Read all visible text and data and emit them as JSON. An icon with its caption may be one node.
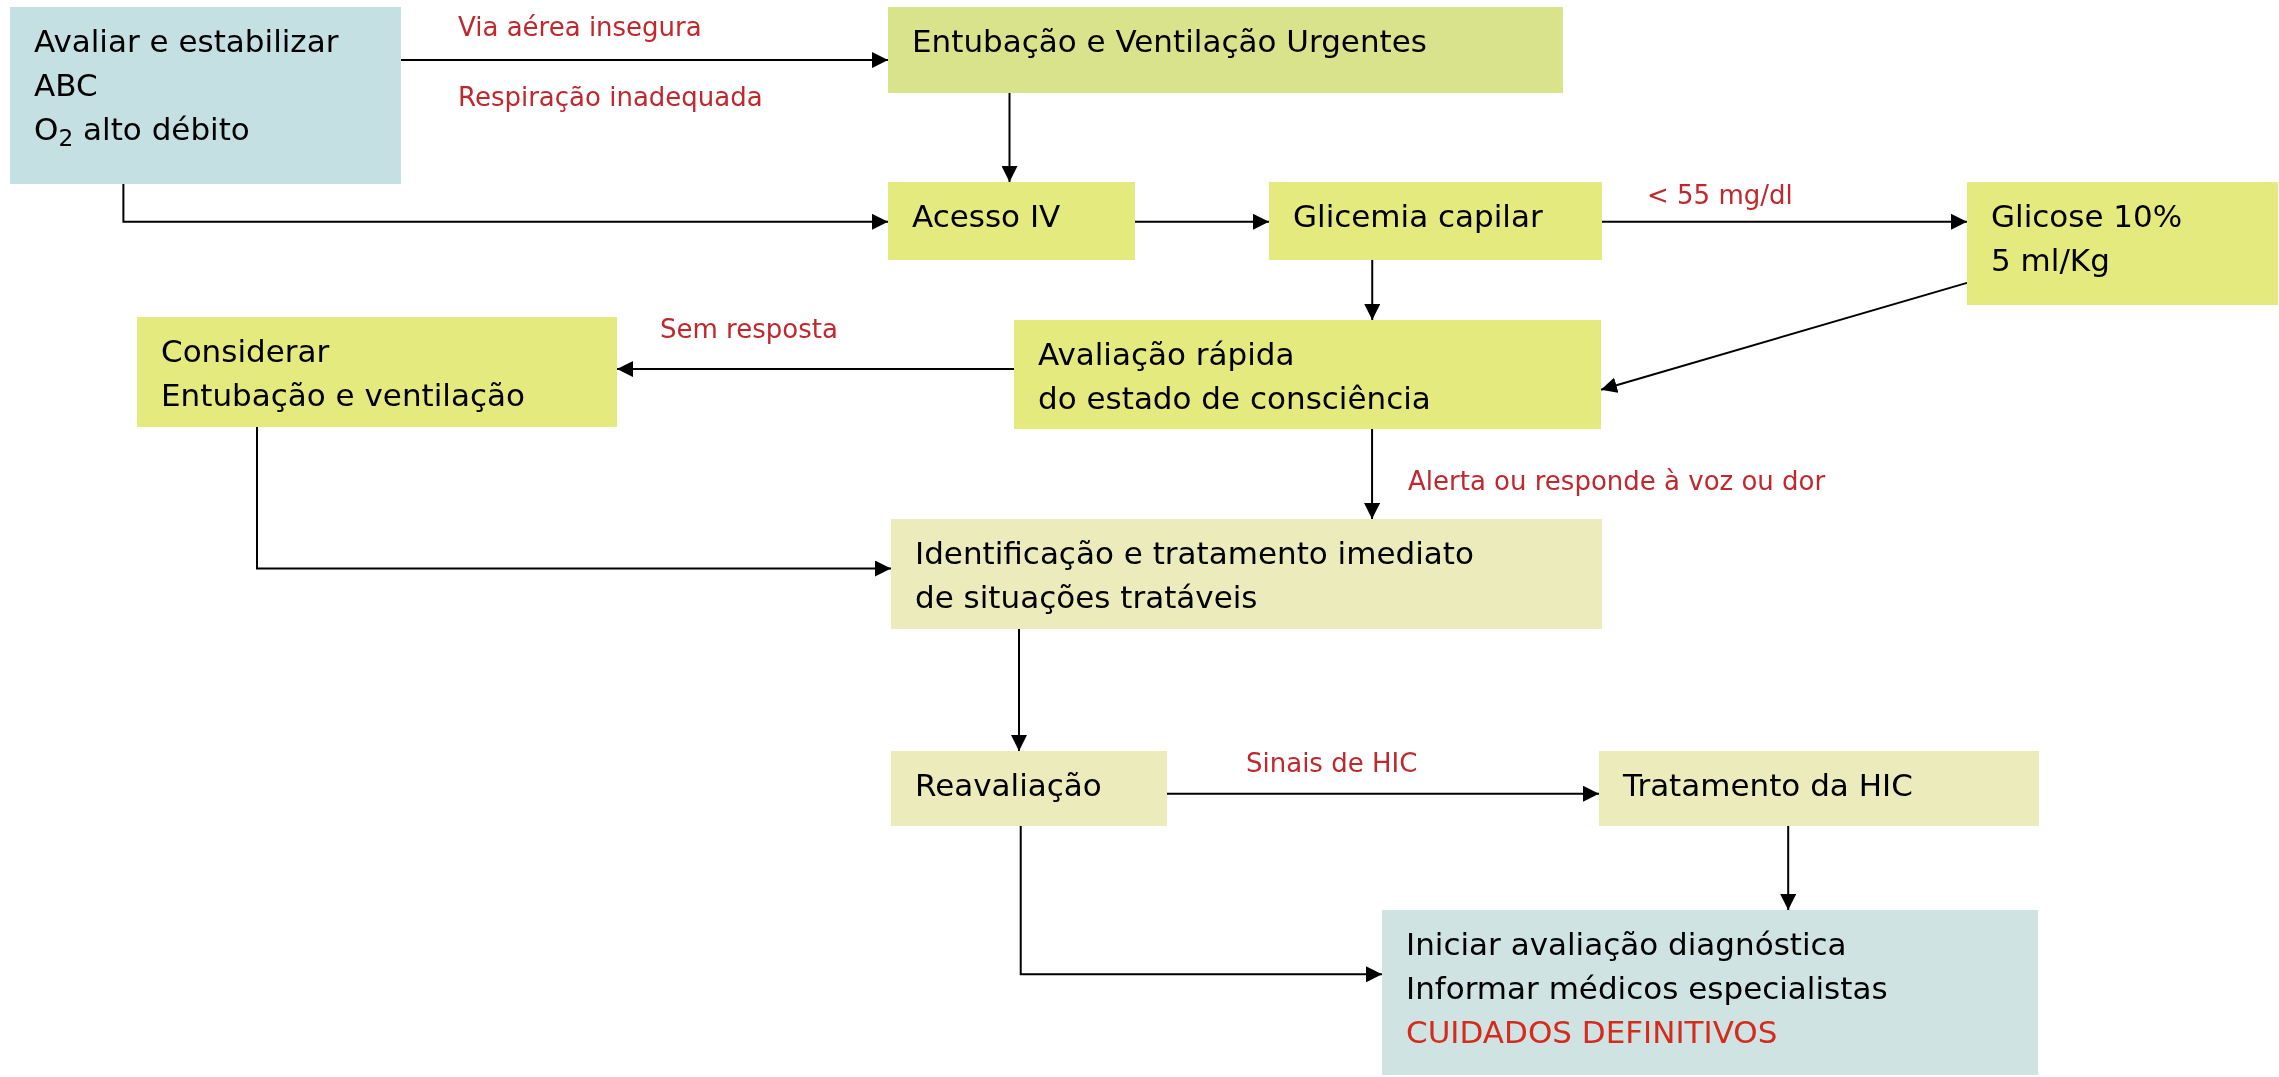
{
  "diagram": {
    "nodes": [
      {
        "text": [
          "Avaliar e estabilizar",
          "ABC",
          "O$_{2}$ alto débito"
        ]
      },
      {
        "text": [
          "Entubação e Ventilação Urgentes"
        ]
      },
      {
        "text": [
          "Acesso IV"
        ]
      },
      {
        "text": [
          "Glicemia capilar"
        ]
      },
      {
        "text": [
          "Glicose 10%",
          "5 ml/Kg"
        ]
      },
      {
        "text": [
          "Avaliação rápida",
          "do estado de consciência"
        ]
      },
      {
        "text": [
          "Considerar",
          "Entubação e ventilação"
        ]
      },
      {
        "text": [
          "Identificação e tratamento imediato",
          "de situações tratáveis"
        ]
      },
      {
        "text": [
          "Reavaliação"
        ]
      },
      {
        "text": [
          "Tratamento da HIC"
        ]
      },
      {
        "text": [
          "Iniciar avaliação diagnóstica",
          "Informar médicos especialistas",
          "CUIDADOS DEFINITIVOS"
        ]
      }
    ],
    "edges": [
      {
        "from": 0,
        "to": 1,
        "arrow": "to",
        "label": "Via aérea insegura"
      },
      {
        "from": 1,
        "to": 2,
        "arrow": "to"
      },
      {
        "from": 0,
        "to": 2,
        "arrow": "to"
      },
      {
        "from": 2,
        "to": 3,
        "arrow": "to"
      },
      {
        "from": 3,
        "to": 4,
        "arrow": "to",
        "label": "< 55 mg/dl"
      },
      {
        "from": 3,
        "to": 5,
        "arrow": "to"
      },
      {
        "from": 4,
        "to": 5,
        "arrow": "to"
      },
      {
        "from": 5,
        "to": 6,
        "arrow": "to",
        "label": "Sem resposta"
      },
      {
        "from": 5,
        "to": 7,
        "arrow": "to",
        "label": "Alerta ou responde à voz ou dor"
      },
      {
        "from": 6,
        "to": 7,
        "arrow": "to"
      },
      {
        "from": 7,
        "to": 8,
        "arrow": "to"
      },
      {
        "from": 8,
        "to": 9,
        "arrow": "to",
        "label": "Sinais de HIC"
      },
      {
        "from": 9,
        "to": 10,
        "arrow": "to"
      },
      {
        "from": 8,
        "to": 10,
        "arrow": "to"
      }
    ],
    "labels": [
      "Respiração inadequada"
    ]
  }
}
